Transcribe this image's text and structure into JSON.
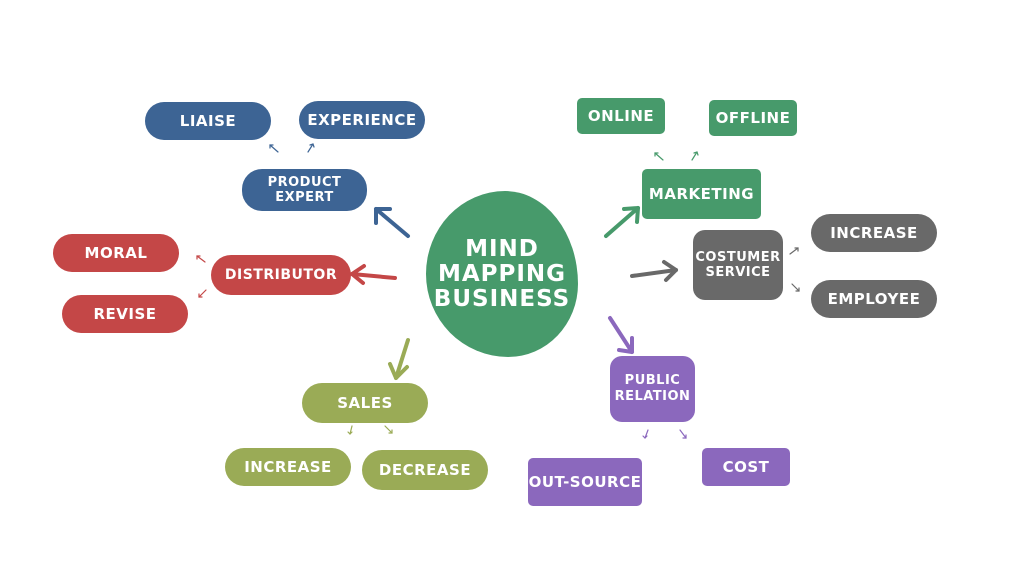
{
  "colors": {
    "blue": "#3d6494",
    "red": "#c44747",
    "green": "#479a6b",
    "olive": "#9aab56",
    "gray": "#696969",
    "purple": "#8b68bd"
  },
  "center": {
    "lines": [
      "MIND",
      "MAPPING",
      "BUSINESS"
    ]
  },
  "branches": {
    "product_expert": {
      "lines": [
        "PRODUCT",
        "EXPERT"
      ],
      "children": {
        "liaise": "LIAISE",
        "experience": "EXPERIENCE"
      }
    },
    "distributor": {
      "label": "DISTRIBUTOR",
      "children": {
        "moral": "MORAL",
        "revise": "REVISE"
      }
    },
    "marketing": {
      "label": "MARKETING",
      "children": {
        "online": "ONLINE",
        "offline": "OFFLINE"
      }
    },
    "costumer_service": {
      "lines": [
        "COSTUMER",
        "SERVICE"
      ],
      "children": {
        "increase": "INCREASE",
        "employee": "EMPLOYEE"
      }
    },
    "sales": {
      "label": "SALES",
      "children": {
        "increase": "INCREASE",
        "decrease": "DECREASE"
      }
    },
    "public_relation": {
      "lines": [
        "PUBLIC",
        "RELATION"
      ],
      "children": {
        "out_source": "OUT-SOURCE",
        "cost": "COST"
      }
    }
  }
}
